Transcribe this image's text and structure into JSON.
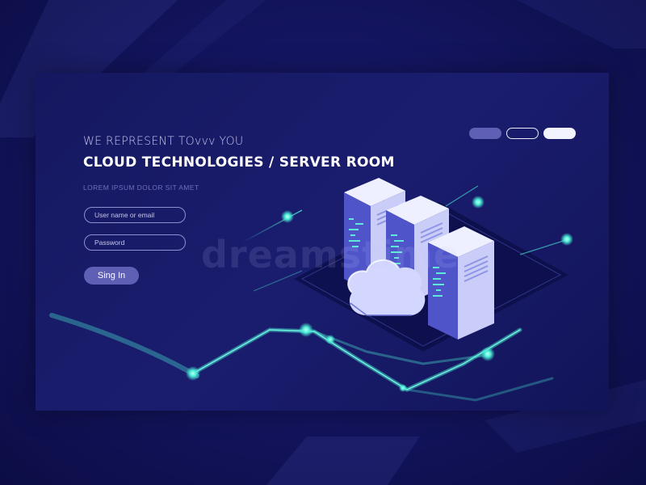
{
  "hero": {
    "eyebrow": "WE REPRESENT TOvvv YOU",
    "title": "CLOUD TECHNOLOGIES / SERVER ROOM",
    "subtitle": "LOREM IPSUM DOLOR SIT AMET"
  },
  "form": {
    "username_placeholder": "User name or email",
    "password_placeholder": "Password",
    "signin_label": "Sing In"
  },
  "pagination": {
    "slides": 3,
    "active_index": 0
  },
  "watermark": "dreamstime",
  "colors": {
    "background": "#141561",
    "card": "#1a1d6e",
    "accent": "#5e5fb5",
    "glow": "#4cf0d8",
    "server": "#d8dcff"
  },
  "icons": [
    "server-rack-icon",
    "cloud-icon"
  ]
}
